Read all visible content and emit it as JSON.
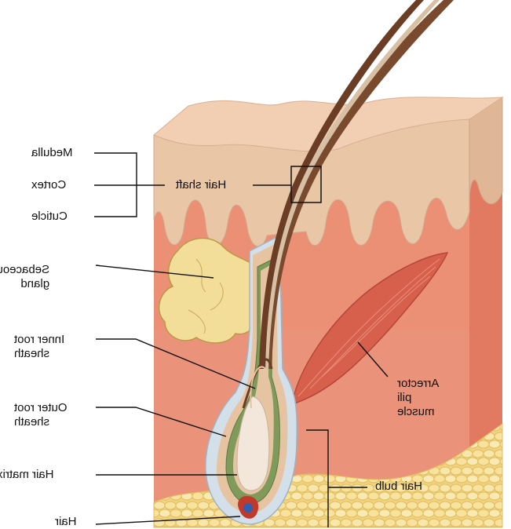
{
  "labels": {
    "medulla": "Medulla",
    "cortex": "Cortex",
    "cuticle": "Cuticle",
    "hair_shaft": "Hair shaft",
    "sebaceous_1": "Sebaceous",
    "sebaceous_2": "gland",
    "inner_root_1": "Inner root",
    "inner_root_2": "sheath",
    "outer_root_1": "Outer root",
    "outer_root_2": "sheath",
    "hair_matrix": "Hair matrix",
    "hair_papilla": "Hair",
    "arrector_1": "Arrector",
    "arrector_2": "pili",
    "arrector_3": "muscle",
    "hair_bulb": "Hair bulb"
  },
  "colors": {
    "epidermis_top": "#f2cfb3",
    "epidermis": "#e9c6a6",
    "dermis": "#eb8f75",
    "dermis_side": "#e27a62",
    "fat": "#f3d98c",
    "gland": "#f2dd99",
    "hair": "#7a4a2e",
    "muscle": "#d7604d",
    "outer_sheath": "#d3e0ea",
    "inner_sheath": "#7f9a5a"
  }
}
